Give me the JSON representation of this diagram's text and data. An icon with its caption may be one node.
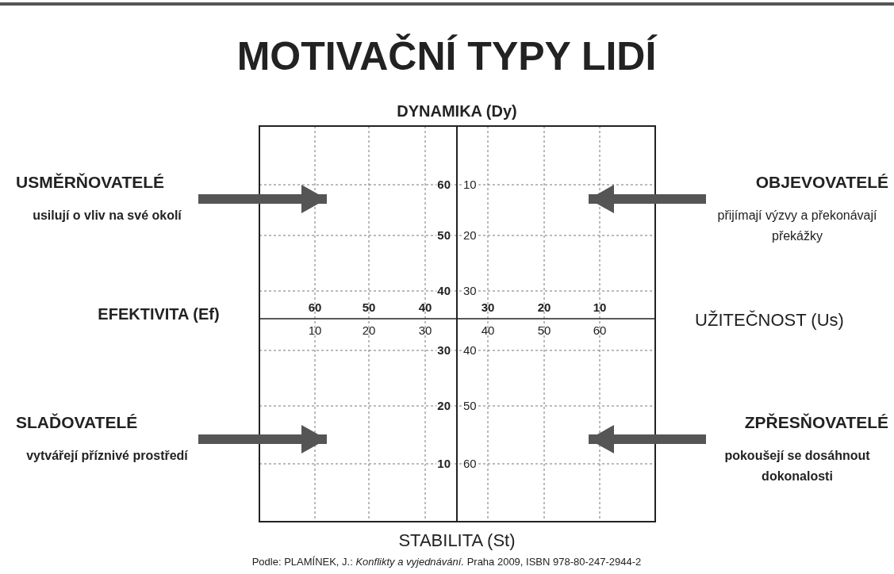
{
  "diagram": {
    "title": "MOTIVAČNÍ TYPY LIDÍ",
    "caption": "Podle: PLAMÍNEK, J.: *Konflikty a vyjednávání.* Praha 2009, ISBN 978-80-247-2944-2",
    "nodes": [
      {
        "text": [
          "USMĚRŇOVATELÉ",
          "usilují o vliv na své okolí"
        ]
      },
      {
        "text": [
          "OBJEVOVATELÉ",
          "přijímají výzvy a překonávají překážky"
        ]
      },
      {
        "text": [
          "SLAĎOVATELÉ",
          "vytvářejí příznivé prostředí"
        ]
      },
      {
        "text": [
          "ZPŘESŇOVATELÉ",
          "pokoušejí se dosáhnout dokonalosti"
        ]
      }
    ],
    "edges": [
      {
        "from": 0,
        "to": null,
        "arrow": "to"
      },
      {
        "from": 1,
        "to": null,
        "arrow": "to"
      },
      {
        "from": 2,
        "to": null,
        "arrow": "to"
      },
      {
        "from": 3,
        "to": null,
        "arrow": "to"
      }
    ],
    "labels": [
      "DYNAMIKA (Dy)",
      "60",
      "10",
      "50",
      "20",
      "40",
      "30",
      "60",
      "50",
      "40",
      "30",
      "20",
      "10",
      "EFEKTIVITA (Ef)",
      "UŽITEČNOST (Us)",
      "10",
      "20",
      "30",
      "40",
      "50",
      "60",
      "30",
      "40",
      "20",
      "50",
      "10",
      "60",
      "STABILITA (St)"
    ]
  }
}
